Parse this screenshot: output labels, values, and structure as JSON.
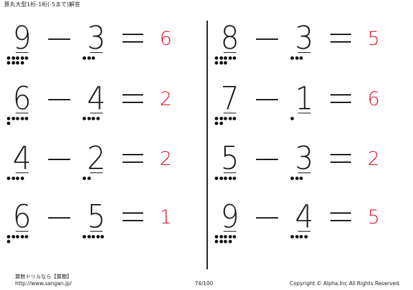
{
  "header": {
    "title": "算丸大型1桁-1桁(-5まで)解答"
  },
  "problems": [
    {
      "a": "9",
      "b": "3",
      "answer": "6",
      "minus_sign": "−",
      "equals_sign": "="
    },
    {
      "a": "6",
      "b": "4",
      "answer": "2",
      "minus_sign": "−",
      "equals_sign": "="
    },
    {
      "a": "4",
      "b": "2",
      "answer": "2",
      "minus_sign": "−",
      "equals_sign": "="
    },
    {
      "a": "6",
      "b": "5",
      "answer": "1",
      "minus_sign": "−",
      "equals_sign": "="
    },
    {
      "a": "8",
      "b": "3",
      "answer": "5",
      "minus_sign": "−",
      "equals_sign": "="
    },
    {
      "a": "7",
      "b": "1",
      "answer": "6",
      "minus_sign": "−",
      "equals_sign": "="
    },
    {
      "a": "5",
      "b": "3",
      "answer": "2",
      "minus_sign": "−",
      "equals_sign": "="
    },
    {
      "a": "9",
      "b": "4",
      "answer": "5",
      "minus_sign": "−",
      "equals_sign": "="
    }
  ],
  "footer": {
    "site_name": "算数ドリルなら【算願】",
    "url": "http://www.sangan.jp/",
    "page_number": "74/100",
    "copyright": "Copyright © Alpha.Inc All Rights Reserved."
  },
  "colors": {
    "answer": "#e0182d",
    "text": "#1a1a1a"
  }
}
